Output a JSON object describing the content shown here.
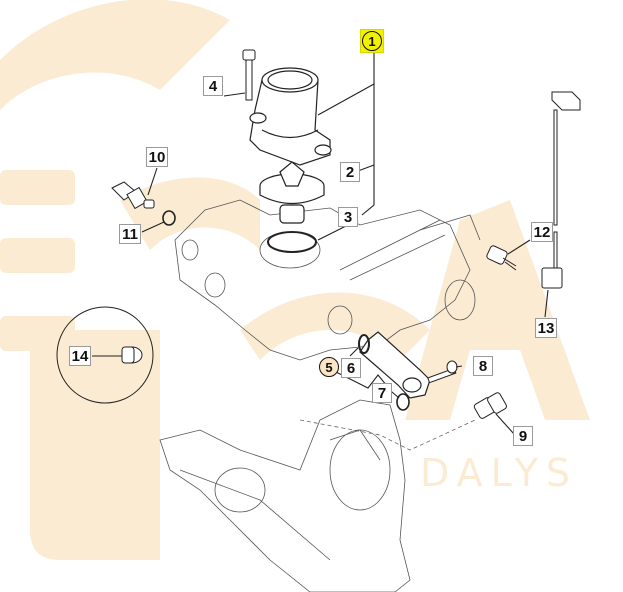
{
  "diagram": {
    "type": "exploded parts diagram",
    "subject": "Thermostat housing, temperature sensors and coolant pipe",
    "watermark": {
      "text": "DALYS",
      "color": "#fbebd3"
    },
    "colors": {
      "line": "#222222",
      "callout_border": "#9a9a9a",
      "highlight": "#f2f200"
    },
    "callouts": [
      {
        "id": "1",
        "label": "1",
        "highlighted": true
      },
      {
        "id": "2",
        "label": "2"
      },
      {
        "id": "3",
        "label": "3"
      },
      {
        "id": "4",
        "label": "4"
      },
      {
        "id": "5",
        "label": "5",
        "circled": true
      },
      {
        "id": "6",
        "label": "6"
      },
      {
        "id": "7",
        "label": "7"
      },
      {
        "id": "8",
        "label": "8"
      },
      {
        "id": "9",
        "label": "9"
      },
      {
        "id": "10",
        "label": "10"
      },
      {
        "id": "11",
        "label": "11"
      },
      {
        "id": "12",
        "label": "12"
      },
      {
        "id": "13",
        "label": "13"
      },
      {
        "id": "14",
        "label": "14"
      }
    ]
  }
}
